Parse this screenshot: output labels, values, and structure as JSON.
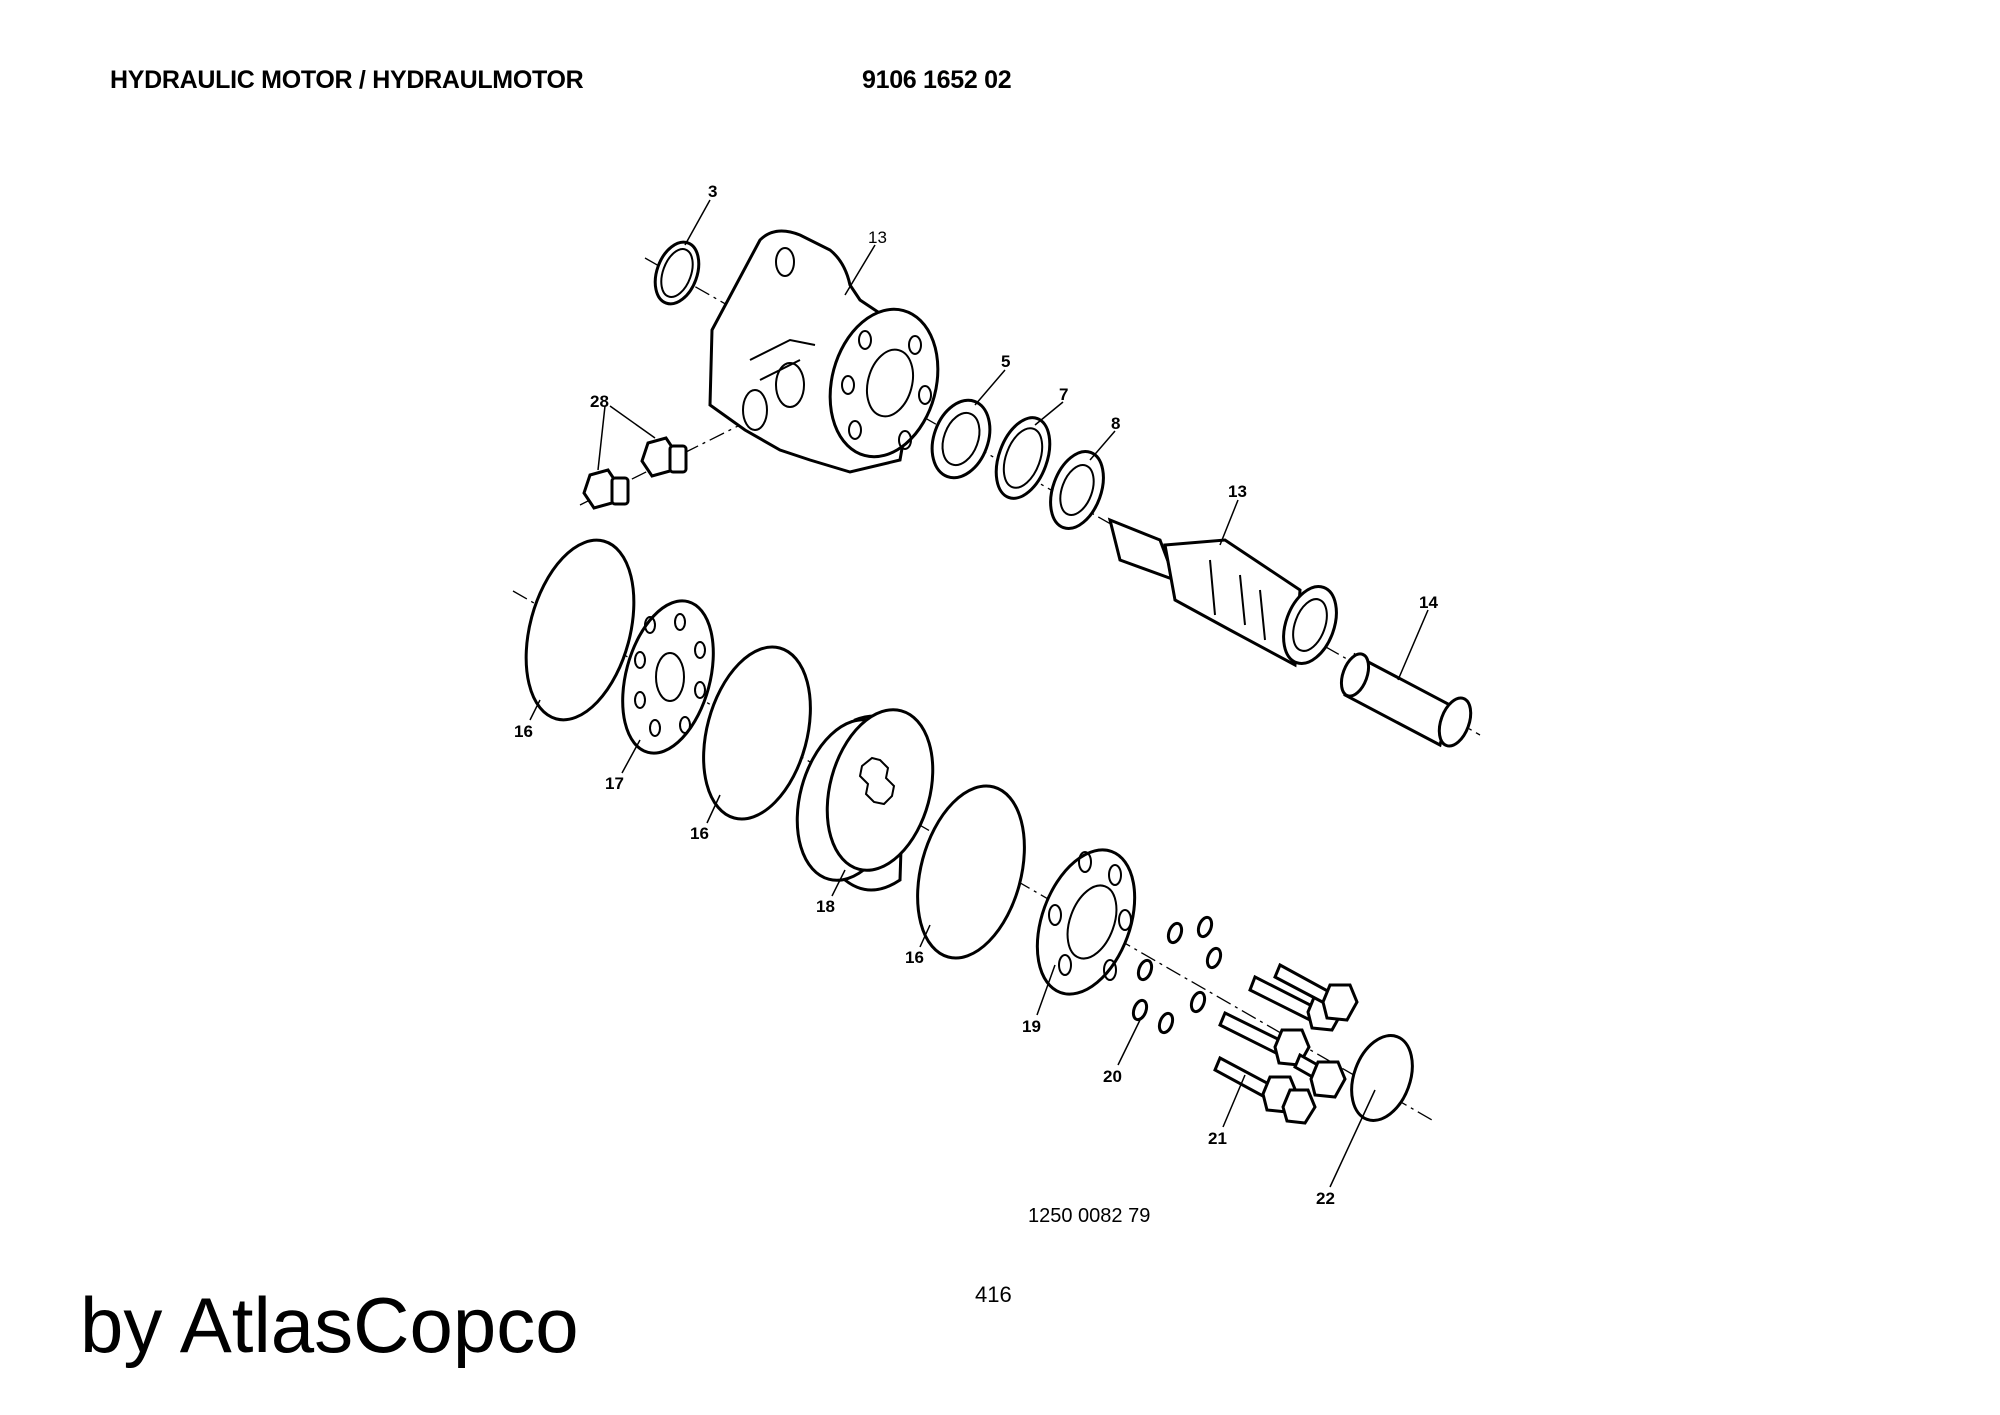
{
  "header": {
    "title": "HYDRAULIC MOTOR / HYDRAULMOTOR",
    "part_number": "9106 1652 02"
  },
  "callouts": {
    "c3": "3",
    "c13a": "13",
    "c28": "28",
    "c5": "5",
    "c7": "7",
    "c8": "8",
    "c13b": "13",
    "c14": "14",
    "c16a": "16",
    "c17": "17",
    "c16b": "16",
    "c18": "18",
    "c16c": "16",
    "c19": "19",
    "c20": "20",
    "c21": "21",
    "c22": "22"
  },
  "drawing_number": "1250 0082 79",
  "page_number": "416",
  "brand": "by AtlasCopco"
}
